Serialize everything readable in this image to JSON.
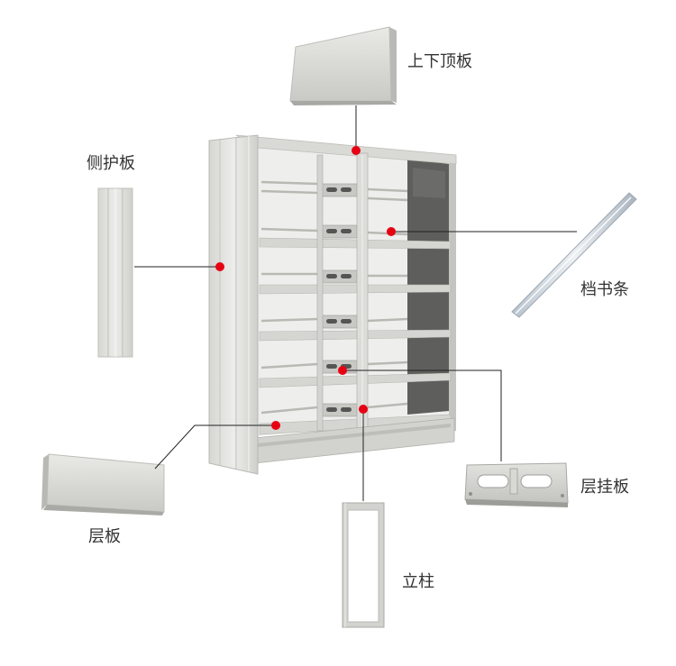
{
  "labels": {
    "top_bottom_board": "上下顶板",
    "side_panel": "侧护板",
    "book_stop_bar": "档书条",
    "shelf_board": "层板",
    "shelf_hanging_plate": "层挂板",
    "upright_post": "立柱"
  },
  "colors": {
    "marker": "#e60012",
    "leader_line": "#222222",
    "metal_light": "#e4e4e0",
    "metal_mid": "#cfcfca",
    "metal_dark": "#9a9a96",
    "interior_dark": "#5e5e5c"
  }
}
